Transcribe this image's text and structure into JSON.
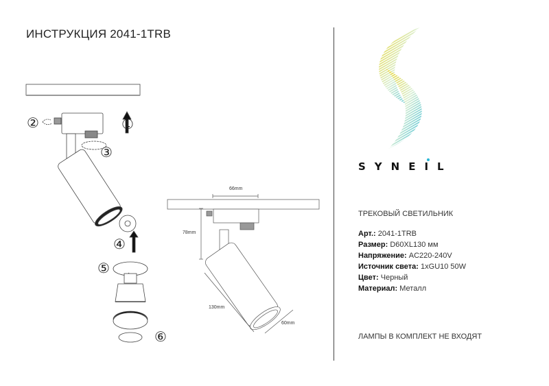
{
  "title": "ИНСТРУКЦИЯ 2041-1TRB",
  "steps": [
    "①",
    "②",
    "③",
    "④",
    "⑤",
    "⑥"
  ],
  "dimensions": {
    "width_adapter": "66mm",
    "height": "78mm",
    "length": "130mm",
    "diameter": "60mm"
  },
  "brand": {
    "name": "SYNEIL",
    "logo_colors": [
      "#e8d21a",
      "#2bb7d6"
    ]
  },
  "product_type": "ТРЕКОВЫЙ СВЕТИЛЬНИК",
  "specs": [
    {
      "label": "Арт.:",
      "value": "2041-1TRB"
    },
    {
      "label": "Размер:",
      "value": "D60XL130 мм"
    },
    {
      "label": "Напряжение:",
      "value": "AC220-240V"
    },
    {
      "label": "Источник света:",
      "value": "1xGU10 50W"
    },
    {
      "label": "Цвет:",
      "value": "Черный"
    },
    {
      "label": "Материал:",
      "value": "Металл"
    }
  ],
  "note": "ЛАМПЫ В КОМПЛЕКТ НЕ ВХОДЯТ"
}
